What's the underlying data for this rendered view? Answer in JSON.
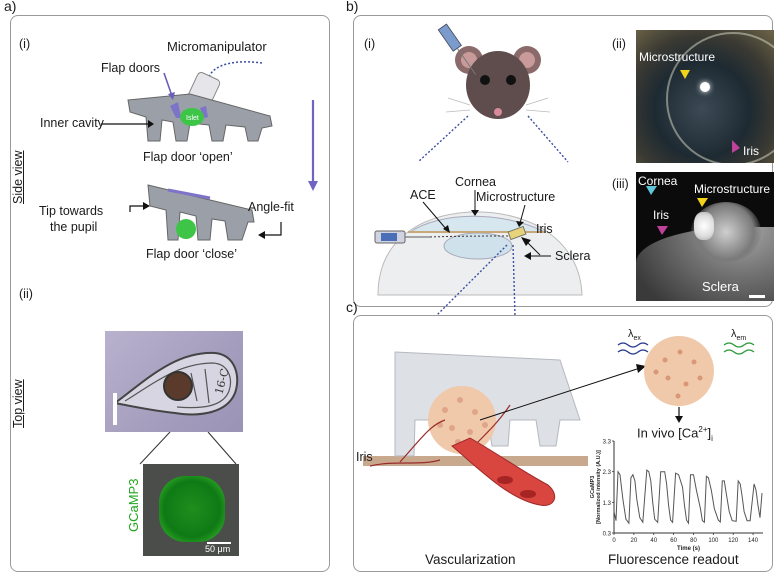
{
  "panels": {
    "a": "a)",
    "b": "b)",
    "c": "c)"
  },
  "a": {
    "sub_i": "(i)",
    "sub_ii": "(ii)",
    "side_view": "Side view",
    "top_view": "Top view",
    "micromanipulator": "Micromanipulator",
    "flap_doors": "Flap doors",
    "inner_cavity": "Inner cavity",
    "islet": "Islet",
    "flap_open": "Flap door ‘open’",
    "angle_fit": "Angle-fit",
    "tip_towards_1": "Tip towards",
    "tip_towards_2": "the pupil",
    "flap_close": "Flap door ‘close’",
    "handwriting": "16-C",
    "gcamp": "GCaMP3",
    "scale_bar": "50 μm"
  },
  "b": {
    "sub_i": "(i)",
    "sub_ii": "(ii)",
    "sub_iii": "(iii)",
    "cornea": "Cornea",
    "ace": "ACE",
    "microstructure": "Microstructure",
    "iris": "Iris",
    "sclera": "Sclera",
    "ii_microstructure": "Microstructure",
    "ii_iris": "Iris",
    "iii_cornea": "Cornea",
    "iii_microstructure": "Microstructure",
    "iii_iris": "Iris",
    "iii_sclera": "Sclera"
  },
  "c": {
    "iris": "Iris",
    "lambda_ex": "λ",
    "lambda_ex_sub": "ex",
    "lambda_em": "λ",
    "lambda_em_sub": "em",
    "in_vivo": "In vivo [Ca",
    "in_vivo_sup": "2+",
    "in_vivo_end": "]",
    "in_vivo_sub": "i",
    "vascularization": "Vascularization",
    "fluorescence": "Fluorescence readout"
  },
  "colors": {
    "arrow": "#6a5fb8",
    "green": "#2dbb36",
    "gcamp": "#21a51f",
    "magenta": "#c0419a",
    "cyan": "#5fc6d9",
    "yellow": "#f0d31a"
  },
  "chart_data": {
    "type": "line",
    "xlabel": "Time (s)",
    "ylabel": "GCaMP3\n[Normalized intensity (A.U.)]",
    "xlim": [
      0,
      150
    ],
    "ylim": [
      0.3,
      3.3
    ],
    "x_ticks": [
      "0",
      "20",
      "40",
      "60",
      "80",
      "100",
      "120",
      "140"
    ],
    "y_ticks": [
      "0.3",
      "1.3",
      "2.3",
      "3.3"
    ],
    "x": [
      0,
      2,
      4,
      6,
      9,
      12,
      15,
      17,
      19,
      21,
      23,
      26,
      29,
      33,
      35,
      37,
      39,
      41,
      44,
      47,
      51,
      53,
      55,
      57,
      59,
      62,
      65,
      69,
      71,
      73,
      75,
      77,
      80,
      83,
      87,
      89,
      91,
      93,
      95,
      98,
      101,
      105,
      107,
      109,
      111,
      113,
      116,
      119,
      123,
      125,
      127,
      129,
      131,
      134,
      137,
      141,
      143,
      145,
      147,
      149
    ],
    "values": [
      1.0,
      0.7,
      2.3,
      2.2,
      1.4,
      0.75,
      0.62,
      2.1,
      2.2,
      2.0,
      1.4,
      0.8,
      0.65,
      2.35,
      2.3,
      2.0,
      1.3,
      0.75,
      0.65,
      2.3,
      2.3,
      1.9,
      1.2,
      0.72,
      0.65,
      2.25,
      2.2,
      1.8,
      1.2,
      0.72,
      0.62,
      2.2,
      2.2,
      1.7,
      1.1,
      0.7,
      0.65,
      2.15,
      2.1,
      1.7,
      1.1,
      0.72,
      0.66,
      2.0,
      2.0,
      1.6,
      1.0,
      0.7,
      0.68,
      2.0,
      1.9,
      1.5,
      1.0,
      0.7,
      0.7,
      1.9,
      1.7,
      1.2,
      0.8,
      1.6
    ]
  }
}
